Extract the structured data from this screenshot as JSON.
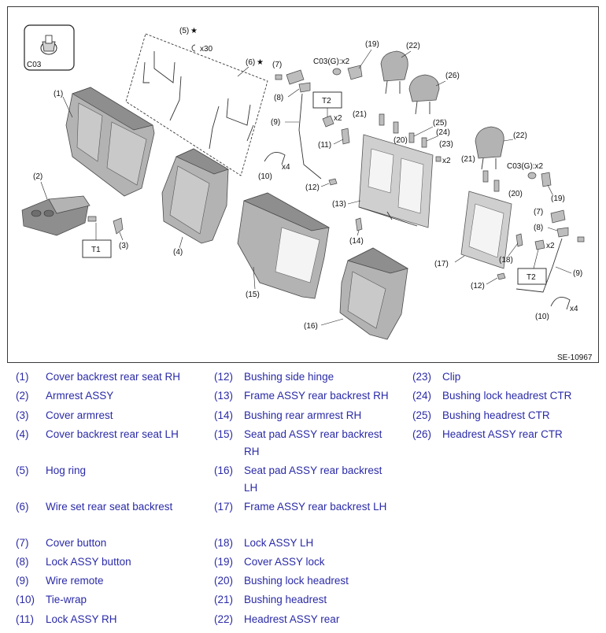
{
  "figure": {
    "code": "SE-10967",
    "clip_icon_label": "C03",
    "callouts": {
      "c1": "(1)",
      "c2": "(2)",
      "c3": "(3)",
      "c4": "(4)",
      "c5": "(5)",
      "c6": "(6)",
      "c7a": "(7)",
      "c8a": "(8)",
      "c9a": "(9)",
      "c10a": "(10)",
      "c11": "(11)",
      "c12a": "(12)",
      "c13": "(13)",
      "c14": "(14)",
      "c15": "(15)",
      "c16": "(16)",
      "c17": "(17)",
      "c18": "(18)",
      "c19a": "(19)",
      "c22a": "(22)",
      "c26": "(26)",
      "c21a": "(21)",
      "c20a": "(20)",
      "c25": "(25)",
      "c24": "(24)",
      "c23": "(23)",
      "c22b": "(22)",
      "c21b": "(21)",
      "c20b": "(20)",
      "c19b": "(19)",
      "c7b": "(7)",
      "c8b": "(8)",
      "c9b": "(9)",
      "c12b": "(12)",
      "c10b": "(10)"
    },
    "star": "★",
    "qty": {
      "x30": "x30",
      "x4a": "x4",
      "x2a": "x2",
      "x2b": "x2",
      "x2c": "x2",
      "x4b": "x4"
    },
    "clip_qty_a": "C03(G):x2",
    "clip_qty_b": "C03(G):x2",
    "torque_boxes": {
      "t1": "T1",
      "t2a": "T2",
      "t2b": "T2"
    }
  },
  "legend": {
    "col1": [
      {
        "num": "(1)",
        "name": "Cover backrest rear seat RH"
      },
      {
        "num": "(2)",
        "name": "Armrest ASSY"
      },
      {
        "num": "(3)",
        "name": "Cover armrest"
      },
      {
        "num": "(4)",
        "name": "Cover backrest rear seat LH"
      },
      {
        "num": "(5)",
        "name": "Hog ring"
      },
      {
        "num": "(6)",
        "name": "Wire set rear seat backrest"
      },
      {
        "num": "(7)",
        "name": "Cover button"
      },
      {
        "num": "(8)",
        "name": "Lock ASSY button"
      },
      {
        "num": "(9)",
        "name": "Wire remote"
      },
      {
        "num": "(10)",
        "name": "Tie-wrap"
      },
      {
        "num": "(11)",
        "name": "Lock ASSY RH"
      }
    ],
    "col2": [
      {
        "num": "(12)",
        "name": "Bushing side hinge"
      },
      {
        "num": "(13)",
        "name": "Frame ASSY rear backrest RH"
      },
      {
        "num": "(14)",
        "name": "Bushing rear armrest RH"
      },
      {
        "num": "(15)",
        "name": "Seat pad ASSY rear backrest",
        "name2": "RH"
      },
      {
        "num": "(16)",
        "name": "Seat pad ASSY rear backrest",
        "name2": "LH"
      },
      {
        "num": "(17)",
        "name": "Frame ASSY rear backrest LH"
      },
      {
        "num": "(18)",
        "name": "Lock ASSY LH"
      },
      {
        "num": "(19)",
        "name": "Cover ASSY lock"
      },
      {
        "num": "(20)",
        "name": "Bushing lock headrest"
      },
      {
        "num": "(21)",
        "name": "Bushing headrest"
      },
      {
        "num": "(22)",
        "name": "Headrest ASSY rear"
      }
    ],
    "col3": [
      {
        "num": "(23)",
        "name": "Clip"
      },
      {
        "num": "(24)",
        "name": "Bushing lock headrest CTR"
      },
      {
        "num": "(25)",
        "name": "Bushing headrest CTR"
      },
      {
        "num": "(26)",
        "name": "Headrest ASSY rear CTR"
      }
    ]
  }
}
